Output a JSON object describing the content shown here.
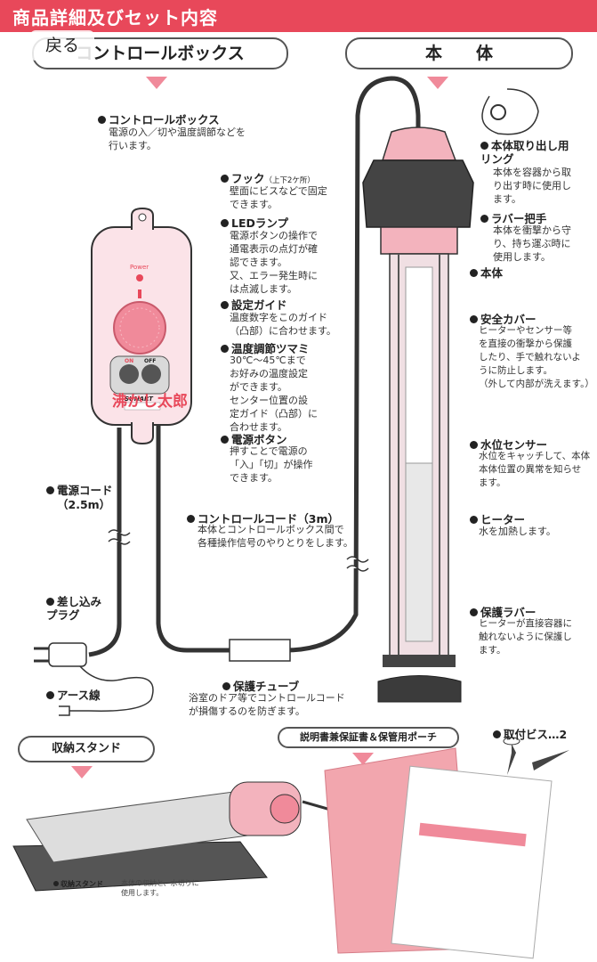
{
  "header": {
    "title": "商品詳細及びセット内容",
    "back_label": "戻る"
  },
  "sections": {
    "control_box_title": "コントロールボックス",
    "main_body_title": "本　　体",
    "stand_title": "収納スタンド",
    "manual_title": "説明書兼保証書＆保管用ポーチ",
    "screws_label": "取付ビス…2"
  },
  "device": {
    "power_label": "Power",
    "on_label": "ON",
    "off_label": "OFF",
    "maker": "SUNART",
    "brand": "沸かし太郎"
  },
  "callouts": {
    "control_box": {
      "label": "コントロールボックス",
      "desc": "電源の入／切や温度調節などを\n行います。"
    },
    "hook": {
      "label": "フック",
      "sub": "（上下2ケ所）",
      "desc": "壁面にビスなどで固定\nできます。"
    },
    "led": {
      "label": "LEDランプ",
      "desc": "電源ボタンの操作で\n通電表示の点灯が確\n認できます。\n又、エラー発生時に\nは点滅します。"
    },
    "guide": {
      "label": "設定ガイド",
      "desc": "温度数字をこのガイド\n（凸部）に合わせます。"
    },
    "temp_knob": {
      "label": "温度調節ツマミ",
      "desc": "30℃～45℃まで\nお好みの温度設定\nができます。\nセンター位置の設\n定ガイド（凸部）に\n合わせます。"
    },
    "power_button": {
      "label": "電源ボタン",
      "desc": "押すことで電源の\n「入」「切」が操作\nできます。"
    },
    "power_cord": {
      "label": "電源コード",
      "length": "（2.5m）"
    },
    "plug": {
      "label": "差し込み\nプラグ"
    },
    "earth": {
      "label": "アース線"
    },
    "control_cord": {
      "label": "コントロールコード（3m）",
      "desc": "本体とコントロールボックス間で\n各種操作信号のやりとりをします。"
    },
    "tube": {
      "label": "保護チューブ",
      "desc": "浴室のドア等でコントロールコード\nが損傷するのを防ぎます。"
    },
    "ring": {
      "label": "本体取り出し用\nリング",
      "desc": "本体を容器から取\nり出す時に使用し\nます。"
    },
    "rubber_grip": {
      "label": "ラバー把手",
      "desc": "本体を衝撃から守\nり、持ち運ぶ時に\n使用します。"
    },
    "body": {
      "label": "本体"
    },
    "cover": {
      "label": "安全カバー",
      "desc": "ヒーターやセンサー等\nを直接の衝撃から保護\nしたり、手で触れないよ\nうに防止します。\n（外して内部が洗えます。）"
    },
    "sensor": {
      "label": "水位センサー",
      "desc": "水位をキャッチして、本体\n本体位置の異常を知らせ\nます。"
    },
    "heater": {
      "label": "ヒーター",
      "desc": "水を加熱します。"
    },
    "rubber": {
      "label": "保護ラバー",
      "desc": "ヒーターが直接容器に\n触れないように保護し\nます。"
    },
    "stand": {
      "label": "収納スタンド",
      "desc": "本体の収納と、水切りに\n使用します。"
    }
  },
  "colors": {
    "banner": "#e8485a",
    "pink": "#f4b6c0",
    "dark": "#3b3b3b"
  }
}
